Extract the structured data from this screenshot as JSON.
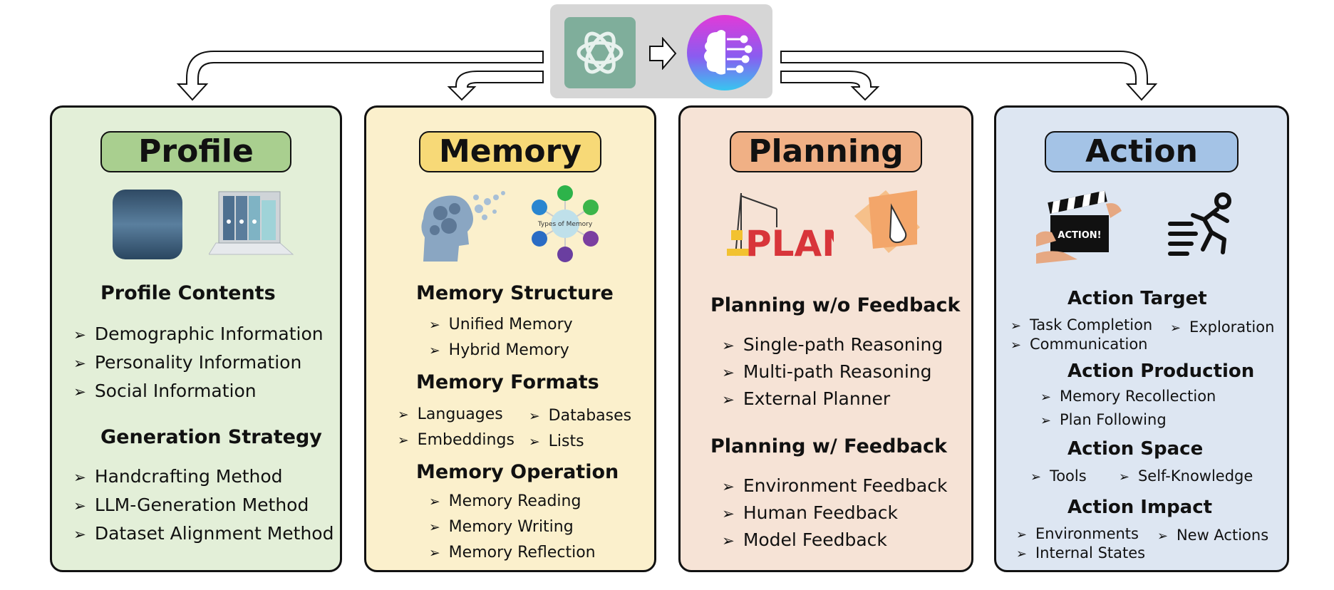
{
  "colors": {
    "profile_bg": "#e3efd8",
    "profile_title": "#a9cf8f",
    "memory_bg": "#fbf0cc",
    "memory_title": "#f7d977",
    "planning_bg": "#f6e3d6",
    "planning_title": "#f0b085",
    "action_bg": "#dde6f2",
    "action_title": "#a4c3e6"
  },
  "icons": {
    "top": [
      "openai-logo-icon",
      "right-arrow-icon",
      "ai-brain-icon"
    ],
    "profile": [
      "user-avatar-icon",
      "laptop-folders-icon"
    ],
    "memory": [
      "brain-gears-icon",
      "types-of-memory-diagram-icon"
    ],
    "planning": [
      "crane-plan-icon",
      "hand-paper-icon"
    ],
    "action": [
      "clapperboard-icon",
      "running-person-icon"
    ]
  },
  "memory_diagram_label": "Types of Memory",
  "clapperboard_label": "ACTION!",
  "crane_label": "PLAN",
  "profile": {
    "title": "Profile",
    "contents_heading": "Profile Contents",
    "contents": [
      "Demographic Information",
      "Personality Information",
      "Social Information"
    ],
    "strategy_heading": "Generation Strategy",
    "strategy": [
      "Handcrafting Method",
      "LLM-Generation Method",
      "Dataset Alignment Method"
    ]
  },
  "memory": {
    "title": "Memory",
    "structure_heading": "Memory Structure",
    "structure": [
      "Unified Memory",
      "Hybrid Memory"
    ],
    "formats_heading": "Memory Formats",
    "formats": [
      "Languages",
      "Databases",
      "Embeddings",
      "Lists"
    ],
    "operation_heading": "Memory Operation",
    "operation": [
      "Memory Reading",
      "Memory Writing",
      "Memory Reflection"
    ]
  },
  "planning": {
    "title": "Planning",
    "without_heading": "Planning w/o Feedback",
    "without": [
      "Single-path Reasoning",
      "Multi-path Reasoning",
      "External Planner"
    ],
    "with_heading": "Planning w/ Feedback",
    "with": [
      "Environment Feedback",
      "Human Feedback",
      "Model Feedback"
    ]
  },
  "action": {
    "title": "Action",
    "target_heading": "Action Target",
    "target": [
      "Task Completion",
      "Exploration",
      "Communication"
    ],
    "production_heading": "Action Production",
    "production": [
      "Memory Recollection",
      "Plan Following"
    ],
    "space_heading": "Action Space",
    "space": [
      "Tools",
      "Self-Knowledge"
    ],
    "impact_heading": "Action Impact",
    "impact": [
      "Environments",
      "New Actions",
      "Internal States"
    ]
  }
}
